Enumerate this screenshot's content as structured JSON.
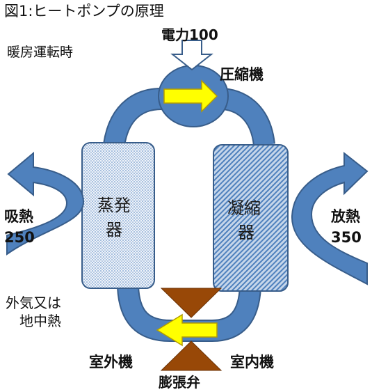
{
  "title": "図1:ヒートポンプの原理",
  "mode": "暖房運転時",
  "power_label": "電力100",
  "compressor_label": "圧縮機",
  "absorb": {
    "line1": "吸熱",
    "line2": "250"
  },
  "release": {
    "line1": "放熱",
    "line2": "350"
  },
  "heat_source": {
    "line1": "外気又は",
    "line2": "地中熱"
  },
  "evaporator": {
    "line1": "蒸発",
    "line2": "器"
  },
  "condenser": {
    "line1": "凝縮",
    "line2": "器"
  },
  "outdoor_unit": "室外機",
  "indoor_unit": "室内機",
  "expansion_valve": "膨張弁",
  "colors": {
    "pipe": "#4f81bd",
    "pipe_dark": "#385d8a",
    "arrow_yellow": "#ffff00",
    "valve_brown": "#984807",
    "evap_fill": "#dbe5f1",
    "cond_fill": "#95b3d7"
  }
}
